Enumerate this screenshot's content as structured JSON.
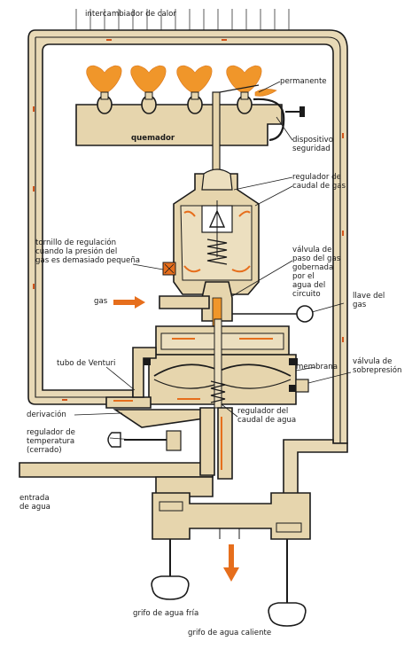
{
  "diagram": {
    "labels": {
      "intercambiador": "intercambiador de calor",
      "permanente": "permanente",
      "quemador": "quemador",
      "dispositivo": [
        "dispositivo",
        "seguridad"
      ],
      "regulador_gas": [
        "regulador de",
        "caudal de gas"
      ],
      "tornillo": [
        "tornillo de regulación",
        "cuando la presión del",
        "gas es demasiado pequeña"
      ],
      "valvula_paso": [
        "válvula de",
        "paso del gas",
        "gobernada",
        "por el",
        "agua del",
        "circuito"
      ],
      "gas": "gas",
      "llave_gas": [
        "llave del",
        "gas"
      ],
      "venturi": "tubo de Venturi",
      "membrana": "membrana",
      "valvula_sobre": [
        "válvula de",
        "sobrepresión"
      ],
      "derivacion": "derivación",
      "regulador_agua": [
        "regulador del",
        "caudal de agua"
      ],
      "regulador_temp": [
        "regulador de",
        "temperatura",
        "(cerrado)"
      ],
      "entrada_agua": [
        "entrada",
        "de agua"
      ],
      "grifo_fria": "grifo de agua fría",
      "grifo_caliente": "grifo de agua caliente"
    },
    "colors": {
      "flame": "#f0962a",
      "arrow": "#e66e1c",
      "metal": "#e6d5ad",
      "outline": "#1b1b1b"
    }
  }
}
